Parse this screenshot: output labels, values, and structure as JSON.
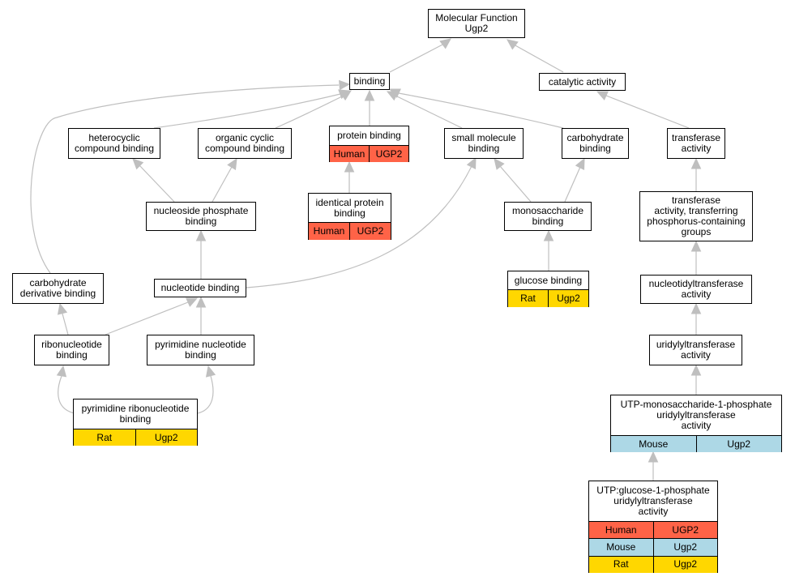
{
  "colors": {
    "human": "#ff6347",
    "mouse": "#add8e6",
    "rat": "#ffd700",
    "edge": "#bfbfbf"
  },
  "nodes": [
    {
      "id": "mf",
      "label": "Molecular Function\nUgp2",
      "rows": []
    },
    {
      "id": "binding",
      "label": "binding",
      "rows": []
    },
    {
      "id": "catalytic",
      "label": "catalytic activity",
      "rows": []
    },
    {
      "id": "heterocyclic",
      "label": "heterocyclic\ncompound binding",
      "rows": []
    },
    {
      "id": "organic_cyclic",
      "label": "organic cyclic\ncompound binding",
      "rows": []
    },
    {
      "id": "protein_binding",
      "label": "protein binding",
      "rows": [
        {
          "species": "Human",
          "gene": "UGP2",
          "color": "human"
        }
      ]
    },
    {
      "id": "small_molecule",
      "label": "small molecule\nbinding",
      "rows": []
    },
    {
      "id": "carbohydrate_binding",
      "label": "carbohydrate\nbinding",
      "rows": []
    },
    {
      "id": "transferase",
      "label": "transferase\nactivity",
      "rows": []
    },
    {
      "id": "nucleoside_phosphate",
      "label": "nucleoside phosphate\nbinding",
      "rows": []
    },
    {
      "id": "identical_protein",
      "label": "identical protein\nbinding",
      "rows": [
        {
          "species": "Human",
          "gene": "UGP2",
          "color": "human"
        }
      ]
    },
    {
      "id": "monosaccharide",
      "label": "monosaccharide\nbinding",
      "rows": []
    },
    {
      "id": "transferase_phos",
      "label": "transferase\nactivity, transferring\nphosphorus-containing\ngroups",
      "rows": []
    },
    {
      "id": "carb_derivative",
      "label": "carbohydrate\nderivative binding",
      "rows": []
    },
    {
      "id": "nucleotide",
      "label": "nucleotide binding",
      "rows": []
    },
    {
      "id": "glucose",
      "label": "glucose binding",
      "rows": [
        {
          "species": "Rat",
          "gene": "Ugp2",
          "color": "rat"
        }
      ]
    },
    {
      "id": "nucleotidyl",
      "label": "nucleotidyltransferase\nactivity",
      "rows": []
    },
    {
      "id": "ribonucleotide",
      "label": "ribonucleotide\nbinding",
      "rows": []
    },
    {
      "id": "pyrimidine_nucleotide",
      "label": "pyrimidine nucleotide\nbinding",
      "rows": []
    },
    {
      "id": "uridylyl",
      "label": "uridylyltransferase\nactivity",
      "rows": []
    },
    {
      "id": "pyrimidine_ribo",
      "label": "pyrimidine ribonucleotide\nbinding",
      "rows": [
        {
          "species": "Rat",
          "gene": "Ugp2",
          "color": "rat"
        }
      ]
    },
    {
      "id": "utp_mono",
      "label": "UTP-monosaccharide-1-phosphate\nuridylyltransferase\nactivity",
      "rows": [
        {
          "species": "Mouse",
          "gene": "Ugp2",
          "color": "mouse"
        }
      ]
    },
    {
      "id": "utp_glucose",
      "label": "UTP:glucose-1-phosphate\nuridylyltransferase\nactivity",
      "rows": [
        {
          "species": "Human",
          "gene": "UGP2",
          "color": "human"
        },
        {
          "species": "Mouse",
          "gene": "Ugp2",
          "color": "mouse"
        },
        {
          "species": "Rat",
          "gene": "Ugp2",
          "color": "rat"
        }
      ]
    }
  ],
  "edges": [
    {
      "from": "binding",
      "to": "mf"
    },
    {
      "from": "catalytic",
      "to": "mf"
    },
    {
      "from": "heterocyclic",
      "to": "binding"
    },
    {
      "from": "organic_cyclic",
      "to": "binding"
    },
    {
      "from": "protein_binding",
      "to": "binding"
    },
    {
      "from": "small_molecule",
      "to": "binding"
    },
    {
      "from": "carbohydrate_binding",
      "to": "binding"
    },
    {
      "from": "carb_derivative",
      "to": "binding"
    },
    {
      "from": "transferase",
      "to": "catalytic"
    },
    {
      "from": "nucleoside_phosphate",
      "to": "heterocyclic"
    },
    {
      "from": "nucleoside_phosphate",
      "to": "organic_cyclic"
    },
    {
      "from": "identical_protein",
      "to": "protein_binding"
    },
    {
      "from": "monosaccharide",
      "to": "small_molecule"
    },
    {
      "from": "monosaccharide",
      "to": "carbohydrate_binding"
    },
    {
      "from": "nucleotide",
      "to": "small_molecule"
    },
    {
      "from": "transferase_phos",
      "to": "transferase"
    },
    {
      "from": "nucleotide",
      "to": "nucleoside_phosphate"
    },
    {
      "from": "glucose",
      "to": "monosaccharide"
    },
    {
      "from": "nucleotidyl",
      "to": "transferase_phos"
    },
    {
      "from": "ribonucleotide",
      "to": "carb_derivative"
    },
    {
      "from": "ribonucleotide",
      "to": "nucleotide"
    },
    {
      "from": "pyrimidine_nucleotide",
      "to": "nucleotide"
    },
    {
      "from": "uridylyl",
      "to": "nucleotidyl"
    },
    {
      "from": "pyrimidine_ribo",
      "to": "ribonucleotide"
    },
    {
      "from": "pyrimidine_ribo",
      "to": "pyrimidine_nucleotide"
    },
    {
      "from": "utp_mono",
      "to": "uridylyl"
    },
    {
      "from": "utp_glucose",
      "to": "utp_mono"
    }
  ]
}
